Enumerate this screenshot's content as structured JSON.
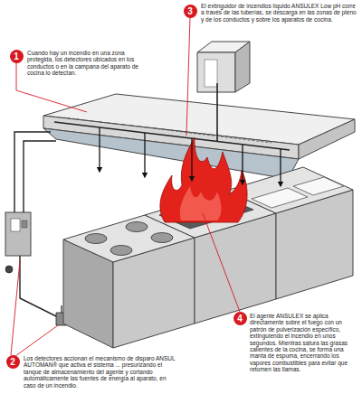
{
  "diagram": {
    "nodes": [
      {
        "text": [
          "3"
        ]
      },
      {
        "text": [
          "1"
        ]
      },
      {
        "text": [
          "4"
        ]
      },
      {
        "text": [
          "2"
        ]
      }
    ],
    "labels": [
      "El extinguidor de incendios líquido ANSULEX Low pH corre a través de las tuberías, se descarga en las zonas de pleno y de los conductos y sobre los aparatos de cocina.",
      "Cuando hay un incendio en una zona protegida, los detectores ubicados en los conductos o en la campana del aparato de cocina lo detectan.",
      "El agente ANSULEX se aplica directamente sobre el fuego con un patrón de pulverización específico, extinguiendo el incendio en unos segundos. Mientras satura las grasas calientes de la cocina, se forma una manta de espuma, encerrando los vapores combustibles para evitar que retomen las llamas.",
      "Los detectores accionan el mecanismo de disparo ANSUL AUTOMAN® que activa el sistema ... presurizando el tanque de almacenamiento del agente y cortando automáticamente las fuentes de energía al aparato, en caso de un incendio."
    ]
  }
}
